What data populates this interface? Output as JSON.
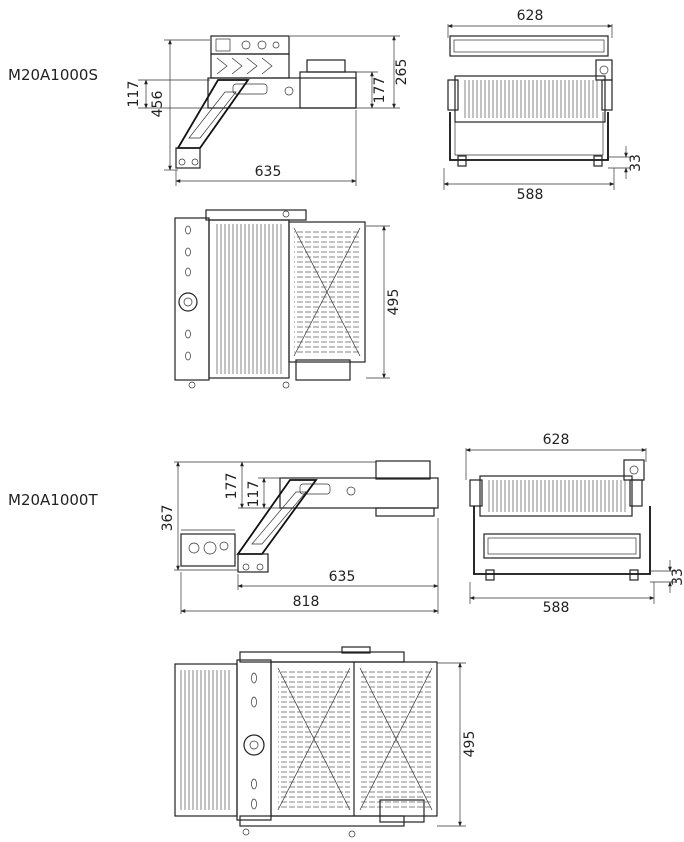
{
  "models": [
    {
      "name": "M20A1000S",
      "side_view": {
        "height": "456",
        "bracket": "117",
        "lamp_height": "177",
        "box_height": "265",
        "width": "635"
      },
      "front_view": {
        "top_width": "628",
        "bottom_width": "588",
        "foot": "33"
      },
      "top_view": {
        "depth": "495"
      }
    },
    {
      "name": "M20A1000T",
      "side_view": {
        "height": "367",
        "lamp_height": "177",
        "bracket": "117",
        "width": "635",
        "overall_width": "818"
      },
      "front_view": {
        "top_width": "628",
        "bottom_width": "588",
        "foot": "33"
      },
      "top_view": {
        "depth": "495"
      }
    }
  ]
}
